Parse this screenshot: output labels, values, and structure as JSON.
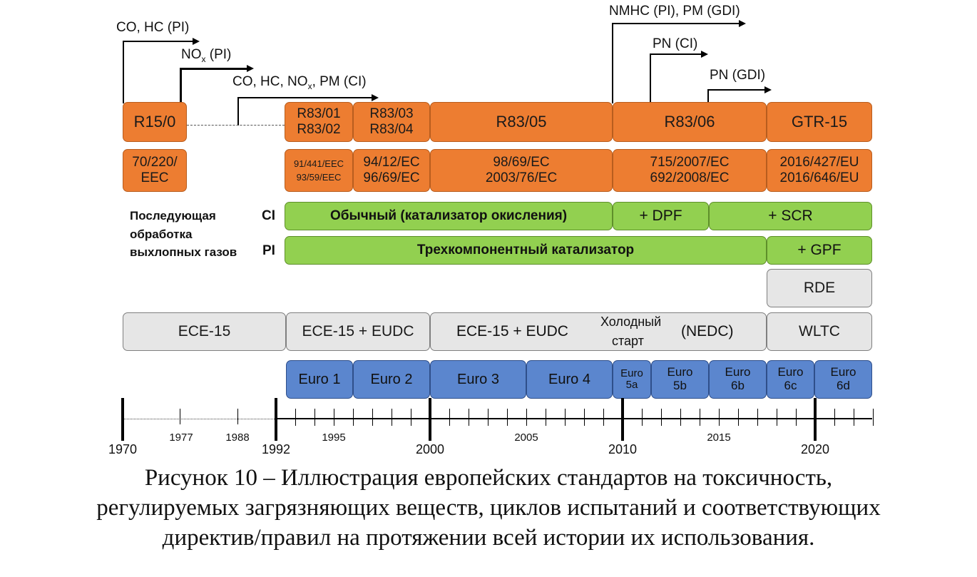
{
  "pollutants": {
    "co_hc_pi": "CO, HC (PI)",
    "nox_pi": {
      "prefix": "NO",
      "sub": "x",
      "suffix": " (PI)"
    },
    "co_hc_nox_pm_ci": {
      "prefix": "CO, HC, NO",
      "sub": "x",
      "suffix": ", PM (CI)"
    },
    "nmhc_pm": "NMHC (PI), PM (GDI)",
    "pn_ci": "PN (CI)",
    "pn_gdi": "PN (GDI)"
  },
  "regulations": [
    {
      "line1": "R15/0",
      "line2": ""
    },
    {
      "line1": "R83/01",
      "line2": "R83/02"
    },
    {
      "line1": "R83/03",
      "line2": "R83/04"
    },
    {
      "line1": "R83/05",
      "line2": ""
    },
    {
      "line1": "R83/06",
      "line2": ""
    },
    {
      "line1": "GTR-15",
      "line2": ""
    }
  ],
  "directives": [
    {
      "line1": "70/220/",
      "line2": "EEC"
    },
    {
      "line1": "91/441/EEC",
      "line2": "93/59/EEC"
    },
    {
      "line1": "94/12/EC",
      "line2": "96/69/EC"
    },
    {
      "line1": "98/69/EC",
      "line2": "2003/76/EC"
    },
    {
      "line1": "715/2007/EC",
      "line2": "692/2008/EC"
    },
    {
      "line1": "2016/427/EU",
      "line2": "2016/646/EU"
    }
  ],
  "aftertreatment": {
    "title": "Последующая обработка выхлопных газов",
    "ci_label": "CI",
    "pi_label": "PI",
    "ci": [
      "Обычный (катализатор окисления)",
      "+ DPF",
      "+ SCR"
    ],
    "pi": [
      "Трехкомпонентный катализатор",
      "+ GPF"
    ]
  },
  "rde": "RDE",
  "cycles": {
    "ece15": "ECE-15",
    "ece15_eudc": "ECE-15 + EUDC",
    "nedc_eudc": "ECE-15 + EUDC",
    "cold_line1": "Холодный",
    "cold_line2": "старт",
    "nedc": "(NEDC)",
    "wltc": "WLTC"
  },
  "euro": [
    {
      "line1": "Euro 1",
      "line2": ""
    },
    {
      "line1": "Euro 2",
      "line2": ""
    },
    {
      "line1": "Euro 3",
      "line2": ""
    },
    {
      "line1": "Euro 4",
      "line2": ""
    },
    {
      "line1": "Euro",
      "line2": "5a"
    },
    {
      "line1": "Euro",
      "line2": "5b"
    },
    {
      "line1": "Euro",
      "line2": "6b"
    },
    {
      "line1": "Euro",
      "line2": "6c"
    },
    {
      "line1": "Euro",
      "line2": "6d"
    }
  ],
  "timeline": {
    "major_years": [
      "1970",
      "1992",
      "2000",
      "2010",
      "2020"
    ],
    "minor_years": [
      "1977",
      "1988",
      "1995",
      "2005",
      "2015"
    ]
  },
  "caption": {
    "line1": "Рисунок 10 – Иллюстрация европейских стандартов на токсичность,",
    "line2": "регулируемых загрязняющих веществ, циклов испытаний и соответствующих",
    "line3": "директив/правил на протяжении всей истории их использования."
  }
}
